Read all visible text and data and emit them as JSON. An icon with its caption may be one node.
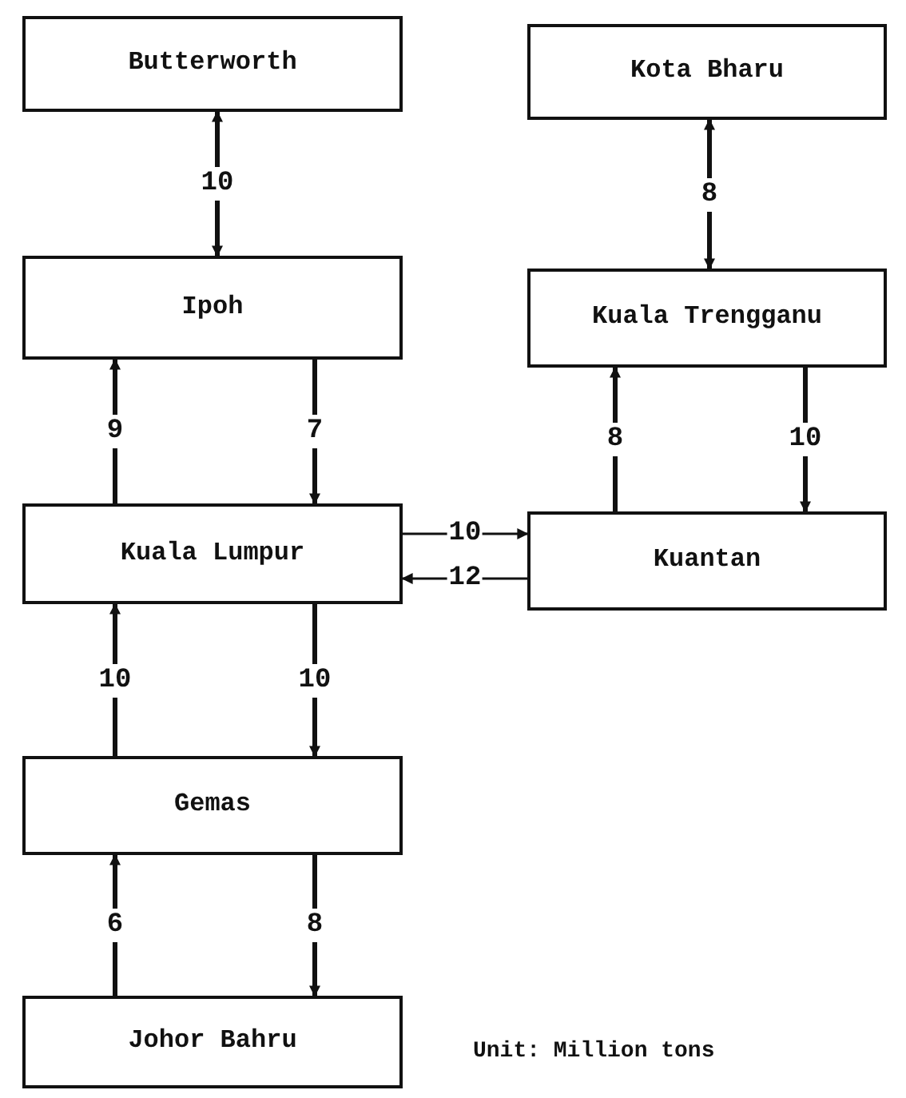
{
  "diagram": {
    "nodes": [
      {
        "text": [
          "Butterworth"
        ]
      },
      {
        "text": [
          "Kota Bharu"
        ]
      },
      {
        "text": [
          "Ipoh"
        ]
      },
      {
        "text": [
          "Kuala Trengganu"
        ]
      },
      {
        "text": [
          "Kuala Lumpur"
        ]
      },
      {
        "text": [
          "Kuantan"
        ]
      },
      {
        "text": [
          "Gemas"
        ]
      },
      {
        "text": [
          "Johor Bahru"
        ]
      }
    ],
    "edges": [
      {
        "from": 0,
        "to": 2,
        "arrow": "both",
        "label": "10"
      },
      {
        "from": 1,
        "to": 3,
        "arrow": "both",
        "label": "8"
      },
      {
        "from": 4,
        "to": 2,
        "arrow": "to",
        "label": "9"
      },
      {
        "from": 2,
        "to": 4,
        "arrow": "to",
        "label": "7"
      },
      {
        "from": 5,
        "to": 3,
        "arrow": "to",
        "label": "8"
      },
      {
        "from": 3,
        "to": 5,
        "arrow": "to",
        "label": "10"
      },
      {
        "from": 4,
        "to": 5,
        "arrow": "to",
        "label": "10"
      },
      {
        "from": 5,
        "to": 4,
        "arrow": "to",
        "label": "12"
      },
      {
        "from": 6,
        "to": 4,
        "arrow": "to",
        "label": "10"
      },
      {
        "from": 4,
        "to": 6,
        "arrow": "to",
        "label": "10"
      },
      {
        "from": 7,
        "to": 6,
        "arrow": "to",
        "label": "6"
      },
      {
        "from": 6,
        "to": 7,
        "arrow": "to",
        "label": "8"
      }
    ],
    "labels": [
      "Unit: Million tons"
    ]
  }
}
